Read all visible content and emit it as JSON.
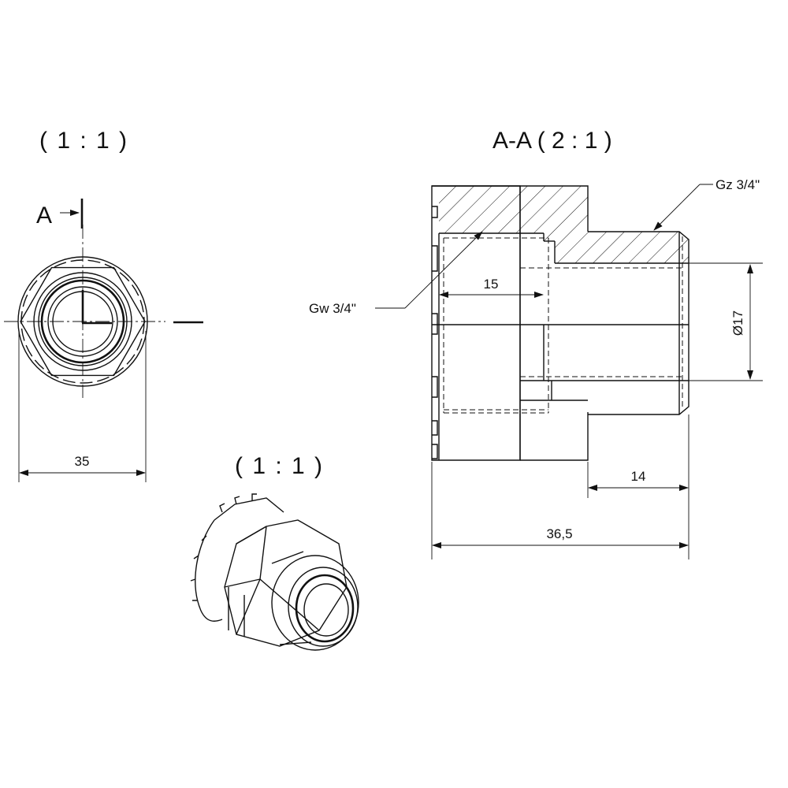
{
  "views": {
    "front": {
      "scale": "( 1 : 1 )",
      "section_marker": "A",
      "width_dim": "35"
    },
    "iso": {
      "scale": "( 1 : 1 )"
    },
    "section": {
      "title": "A-A ( 2 : 1 )",
      "male_thread": "Gz 3/4\"",
      "female_thread": "Gw 3/4\"",
      "thread_depth_dim": "15",
      "bore_dim": "Ø17",
      "spigot_length_dim": "14",
      "total_length_dim": "36,5"
    }
  }
}
